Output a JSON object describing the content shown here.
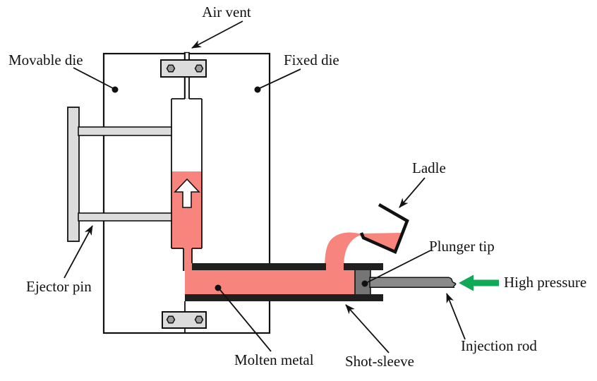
{
  "diagram": {
    "labels": {
      "air_vent": "Air vent",
      "movable_die": "Movable die",
      "fixed_die": "Fixed die",
      "ladle": "Ladle",
      "plunger_tip": "Plunger tip",
      "high_pressure": "High pressure",
      "ejector_pin": "Ejector pin",
      "molten_metal": "Molten metal",
      "shot_sleeve": "Shot-sleeve",
      "injection_rod": "Injection rod"
    },
    "colors": {
      "die_gray": "#8A8A8A",
      "metal_salmon": "#F8857D",
      "fixture_light_gray": "#DCDCDC",
      "sleeve_dark": "#1F1F1F",
      "plunger_gray": "#757575",
      "rod_gray": "#8A8A8A",
      "bolt_gray": "#9A9A9A",
      "cavity_white": "#FFFFFF",
      "pressure_green": "#0FA958",
      "ink": "#111111"
    }
  }
}
